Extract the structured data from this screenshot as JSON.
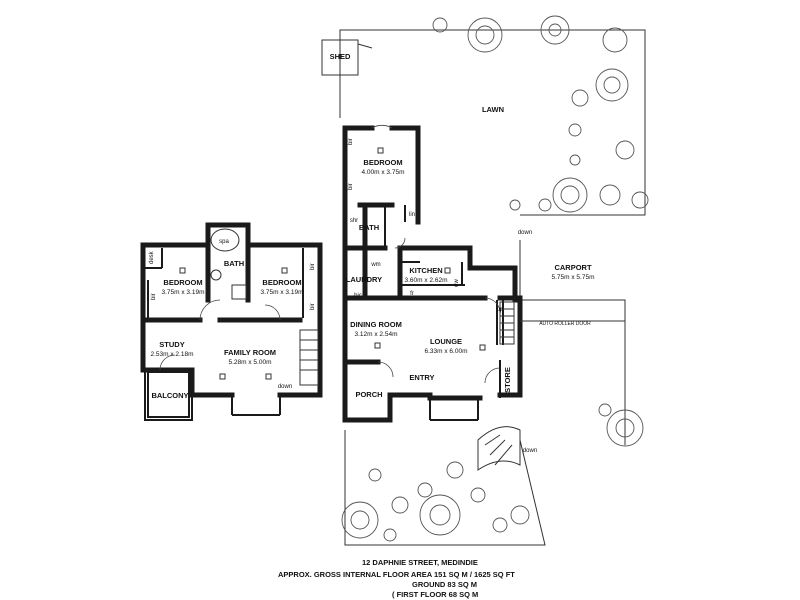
{
  "ground_floor": {
    "shed": "SHED",
    "lawn": "LAWN",
    "bedroom": {
      "name": "BEDROOM",
      "dim": "4.00m x 3.75m"
    },
    "bath": "BATH",
    "laundry": "LAUNDRY",
    "kitchen": {
      "name": "KITCHEN",
      "dim": "3.60m x 2.62m"
    },
    "carport": {
      "name": "CARPORT",
      "dim": "5.75m x 5.75m"
    },
    "dining": {
      "name": "DINING ROOM",
      "dim": "3.12m x 2.54m"
    },
    "lounge": {
      "name": "LOUNGE",
      "dim": "6.33m x 6.00m"
    },
    "porch": "PORCH",
    "entry": "ENTRY",
    "store": "STORE",
    "auto_roller_door": "AUTO ROLLER DOOR",
    "labels": {
      "bir": "bir",
      "lin": "lin",
      "shr": "shr",
      "wm": "wm",
      "bic": "bic",
      "fr": "fr",
      "dw": "dw",
      "up": "up",
      "down": "down"
    }
  },
  "first_floor": {
    "bedroom_left": {
      "name": "BEDROOM",
      "dim": "3.75m x 3.19m"
    },
    "bedroom_right": {
      "name": "BEDROOM",
      "dim": "3.75m x 3.19m"
    },
    "bath": "BATH",
    "spa": "spa",
    "study": {
      "name": "STUDY",
      "dim": "2.53m x 2.18m"
    },
    "family": {
      "name": "FAMILY ROOM",
      "dim": "5.28m x 5.00m"
    },
    "balcony": "BALCONY",
    "labels": {
      "desk": "desk",
      "bir": "bir",
      "down": "down"
    }
  },
  "footer": {
    "address": "12 DAPHNIE STREET, MEDINDIE",
    "area": "APPROX. GROSS INTERNAL FLOOR AREA 151 SQ M / 1625 SQ FT",
    "ground": "GROUND 83 SQ M",
    "first": "( FIRST FLOOR 68 SQ M"
  }
}
